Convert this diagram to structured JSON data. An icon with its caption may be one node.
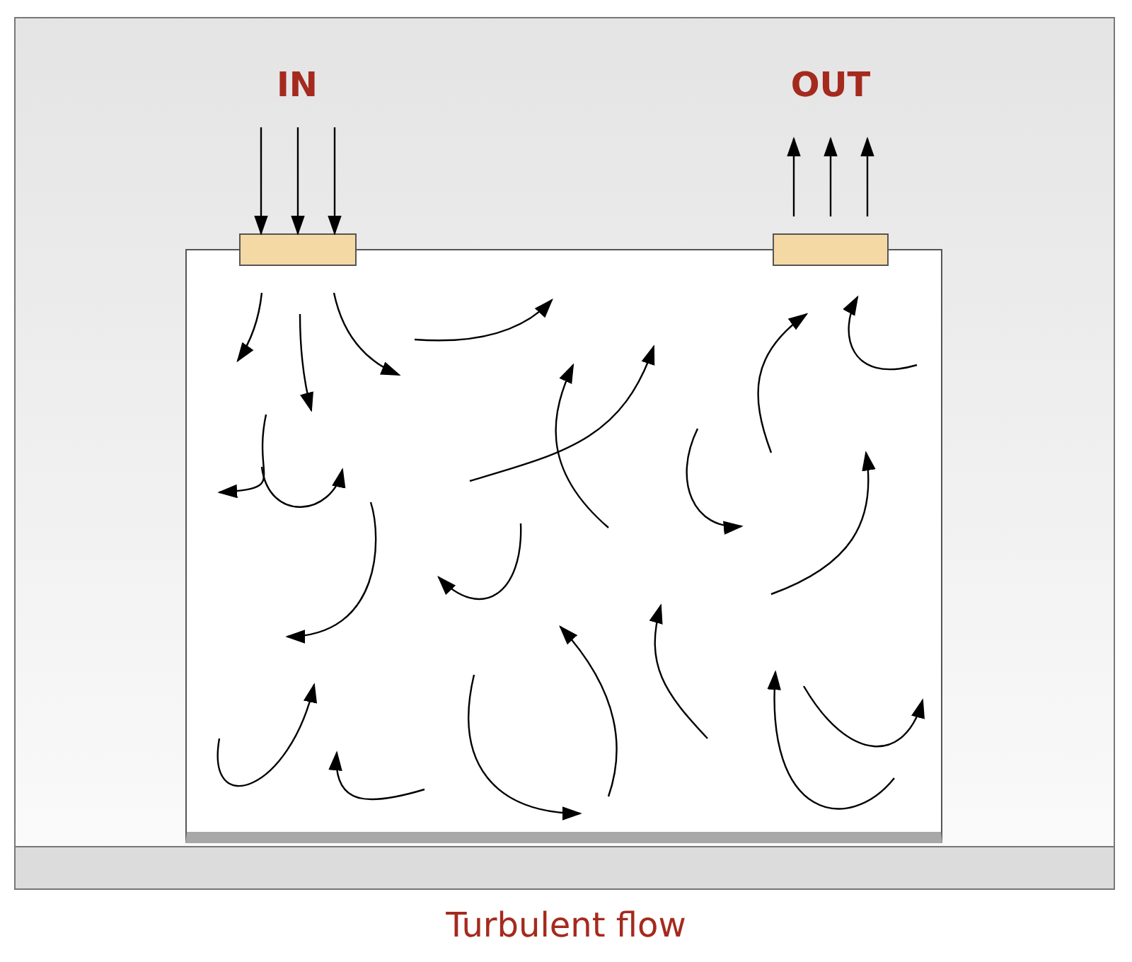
{
  "diagram": {
    "caption": "Turbulent flow",
    "nodes": [
      {
        "text": [],
        "shape": "box"
      },
      {
        "text": [],
        "shape": "box"
      },
      {
        "text": [],
        "shape": "box"
      }
    ],
    "edges": [
      {
        "from": null,
        "to": 1,
        "arrow": "to"
      },
      {
        "from": null,
        "to": 1,
        "arrow": "to"
      },
      {
        "from": null,
        "to": 1,
        "arrow": "to"
      },
      {
        "from": 2,
        "to": null,
        "arrow": "to"
      },
      {
        "from": 2,
        "to": null,
        "arrow": "to"
      },
      {
        "from": 2,
        "to": null,
        "arrow": "to"
      }
    ],
    "labels": [
      "IN",
      "OUT"
    ]
  }
}
